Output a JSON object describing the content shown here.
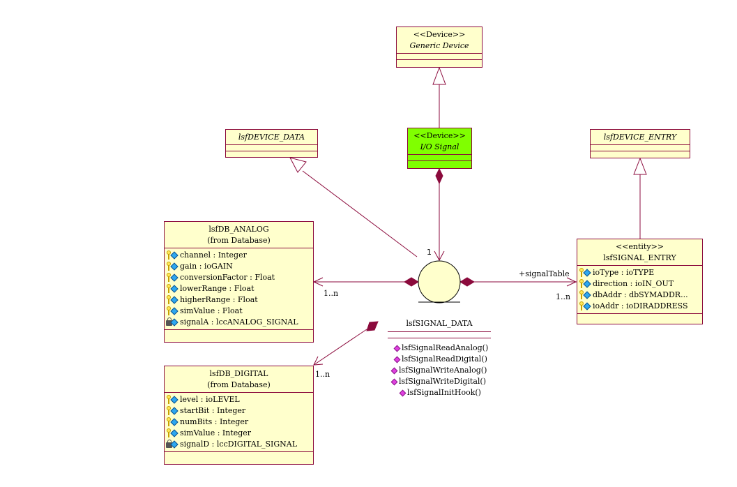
{
  "colors": {
    "line": "#8b0a3c",
    "class_fill": "#ffffcc",
    "highlight_fill": "#80ff00",
    "interface_fill": "#ffffcc"
  },
  "classes": {
    "generic_device": {
      "stereotype": "<<Device>>",
      "name": "Generic Device",
      "italic": true
    },
    "io_signal": {
      "stereotype": "<<Device>>",
      "name": "I/O Signal",
      "italic": true
    },
    "lsf_device_data": {
      "name": "lsfDEVICE_DATA",
      "italic": true
    },
    "lsf_device_entry": {
      "name": "lsfDEVICE_ENTRY",
      "italic": true
    },
    "lsfdb_analog": {
      "name": "lsfDB_ANALOG",
      "package": "(from Database)",
      "attributes": [
        {
          "icon": "key-icon",
          "text": "channel : Integer"
        },
        {
          "icon": "key-icon",
          "text": "gain : ioGAIN"
        },
        {
          "icon": "key-icon",
          "text": "conversionFactor : Float"
        },
        {
          "icon": "key-icon",
          "text": "lowerRange : Float"
        },
        {
          "icon": "key-icon",
          "text": "higherRange : Float"
        },
        {
          "icon": "key-icon",
          "text": "simValue : Float"
        },
        {
          "icon": "lock-icon",
          "text": "signalA : lccANALOG_SIGNAL"
        }
      ]
    },
    "lsfdb_digital": {
      "name": "lsfDB_DIGITAL",
      "package": "(from Database)",
      "attributes": [
        {
          "icon": "key-icon",
          "text": "level : ioLEVEL"
        },
        {
          "icon": "key-icon",
          "text": "startBit : Integer"
        },
        {
          "icon": "key-icon",
          "text": "numBits : Integer"
        },
        {
          "icon": "key-icon",
          "text": "simValue : Integer"
        },
        {
          "icon": "lock-icon",
          "text": "signalD : lccDIGITAL_SIGNAL"
        }
      ]
    },
    "lsf_signal_entry": {
      "stereotype": "<<entity>>",
      "name": "lsfSIGNAL_ENTRY",
      "attributes": [
        {
          "icon": "key-icon",
          "text": "ioType : ioTYPE"
        },
        {
          "icon": "key-icon",
          "text": "direction : ioIN_OUT"
        },
        {
          "icon": "key-icon",
          "text": "dbAddr : dbSYMADDR..."
        },
        {
          "icon": "key-icon",
          "text": "ioAddr : ioDIRADDRESS"
        }
      ]
    },
    "lsf_signal_data": {
      "name": "lsfSIGNAL_DATA",
      "operations": [
        "lsfSignalReadAnalog()",
        "lsfSignalReadDigital()",
        "lsfSignalWriteAnalog()",
        "lsfSignalWriteDigital()",
        "lsfSignalInitHook()"
      ]
    }
  },
  "labels": {
    "io_signal_to_circle_mult": "1",
    "circle_to_analog_mult": "1..n",
    "circle_to_entry_role": "+signalTable",
    "circle_to_entry_mult": "1..n",
    "circle_to_digital_mult": "1..n"
  }
}
